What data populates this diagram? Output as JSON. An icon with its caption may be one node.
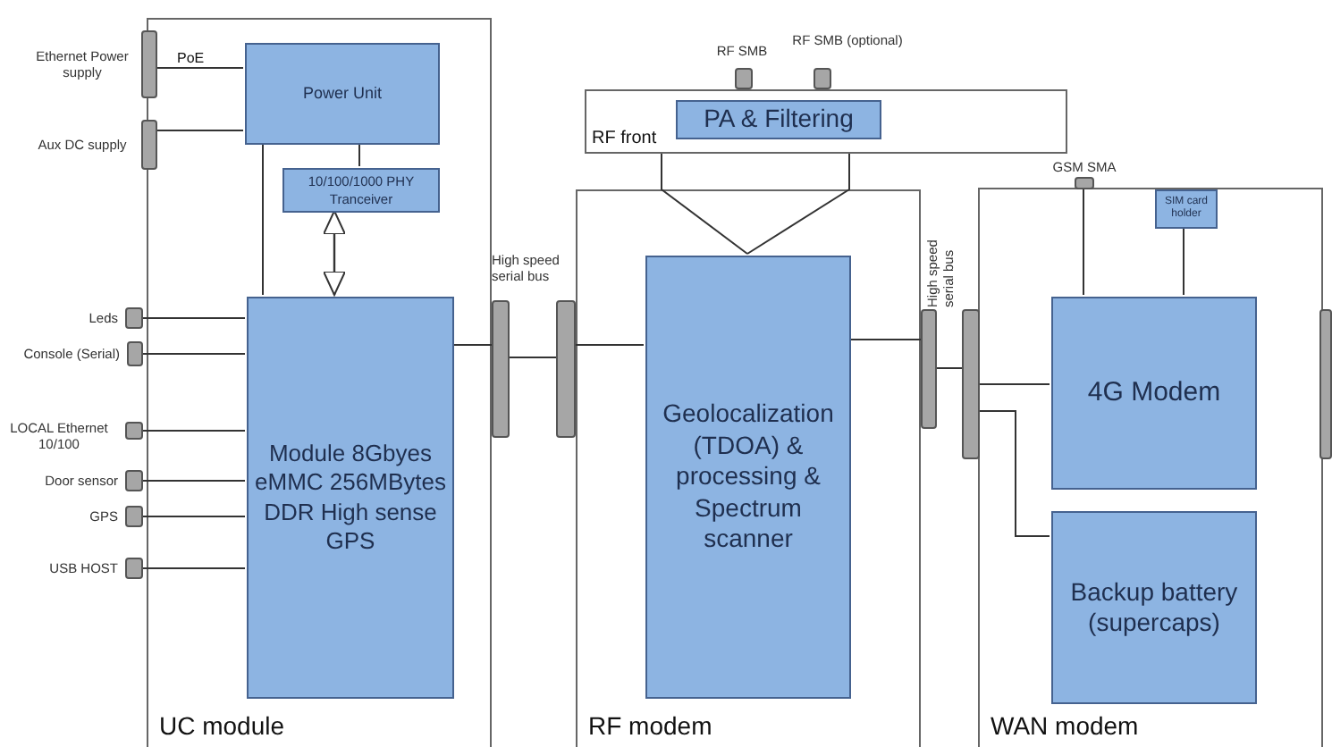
{
  "diagram": {
    "nodes": [
      {
        "text": [
          "UC module"
        ]
      },
      {
        "text": [
          "Ethernet Power supply"
        ]
      },
      {
        "text": [
          "Aux DC supply"
        ]
      },
      {
        "text": [
          "Power Unit"
        ],
        "in": 0
      },
      {
        "text": [
          "10/100/1000 PHY Tranceiver"
        ],
        "in": 0
      },
      {
        "text": [
          "Module 8Gbyes eMMC 256MBytes DDR High sense GPS"
        ],
        "in": 0
      },
      {
        "text": [
          "Leds"
        ]
      },
      {
        "text": [
          "Console (Serial)"
        ]
      },
      {
        "text": [
          "LOCAL Ethernet 10/100"
        ]
      },
      {
        "text": [
          "Door sensor"
        ]
      },
      {
        "text": [
          "GPS"
        ]
      },
      {
        "text": [
          "USB HOST"
        ]
      },
      {
        "text": [],
        "shape": "bar"
      },
      {
        "text": [],
        "shape": "bar"
      },
      {
        "text": [
          "RF front"
        ]
      },
      {
        "text": [
          "PA & Filtering"
        ],
        "in": 14
      },
      {
        "text": [
          "RF SMB"
        ]
      },
      {
        "text": [
          "RF SMB (optional)"
        ]
      },
      {
        "text": [
          "RF modem"
        ]
      },
      {
        "text": [
          "Geolocalization (TDOA) & processing & Spectrum scanner"
        ],
        "in": 18
      },
      {
        "text": [],
        "shape": "bar"
      },
      {
        "text": [],
        "shape": "bar"
      },
      {
        "text": [
          "WAN modem"
        ]
      },
      {
        "text": [
          "GSM SMA"
        ]
      },
      {
        "text": [
          "SIM card holder"
        ],
        "in": 22
      },
      {
        "text": [
          "4G Modem"
        ],
        "in": 22
      },
      {
        "text": [
          "Backup battery (supercaps)"
        ],
        "in": 22
      },
      {
        "text": [],
        "shape": "bar"
      }
    ],
    "edges": [
      {
        "from": 1,
        "to": 3,
        "arrow": "none",
        "label": "PoE"
      },
      {
        "from": 2,
        "to": 3,
        "arrow": "none"
      },
      {
        "from": 3,
        "to": 4,
        "arrow": "none"
      },
      {
        "from": 3,
        "to": 5,
        "arrow": "none"
      },
      {
        "from": 4,
        "to": 5,
        "arrow": "both"
      },
      {
        "from": 6,
        "to": 5,
        "arrow": "none"
      },
      {
        "from": 7,
        "to": 5,
        "arrow": "none"
      },
      {
        "from": 8,
        "to": 5,
        "arrow": "none"
      },
      {
        "from": 9,
        "to": 5,
        "arrow": "none"
      },
      {
        "from": 10,
        "to": 5,
        "arrow": "none"
      },
      {
        "from": 11,
        "to": 5,
        "arrow": "none"
      },
      {
        "from": 5,
        "to": 12,
        "arrow": "none"
      },
      {
        "from": 12,
        "to": 13,
        "arrow": "none"
      },
      {
        "from": 13,
        "to": 19,
        "arrow": "none"
      },
      {
        "from": 14,
        "to": 19,
        "arrow": "none"
      },
      {
        "from": 19,
        "to": 20,
        "arrow": "none"
      },
      {
        "from": 20,
        "to": 21,
        "arrow": "none"
      },
      {
        "from": 21,
        "to": 25,
        "arrow": "none"
      },
      {
        "from": 21,
        "to": 26,
        "arrow": "none"
      },
      {
        "from": 23,
        "to": 25,
        "arrow": "none"
      },
      {
        "from": 24,
        "to": 25,
        "arrow": "none"
      }
    ],
    "labels": [
      "High speed serial bus",
      "High speed serial bus"
    ]
  }
}
